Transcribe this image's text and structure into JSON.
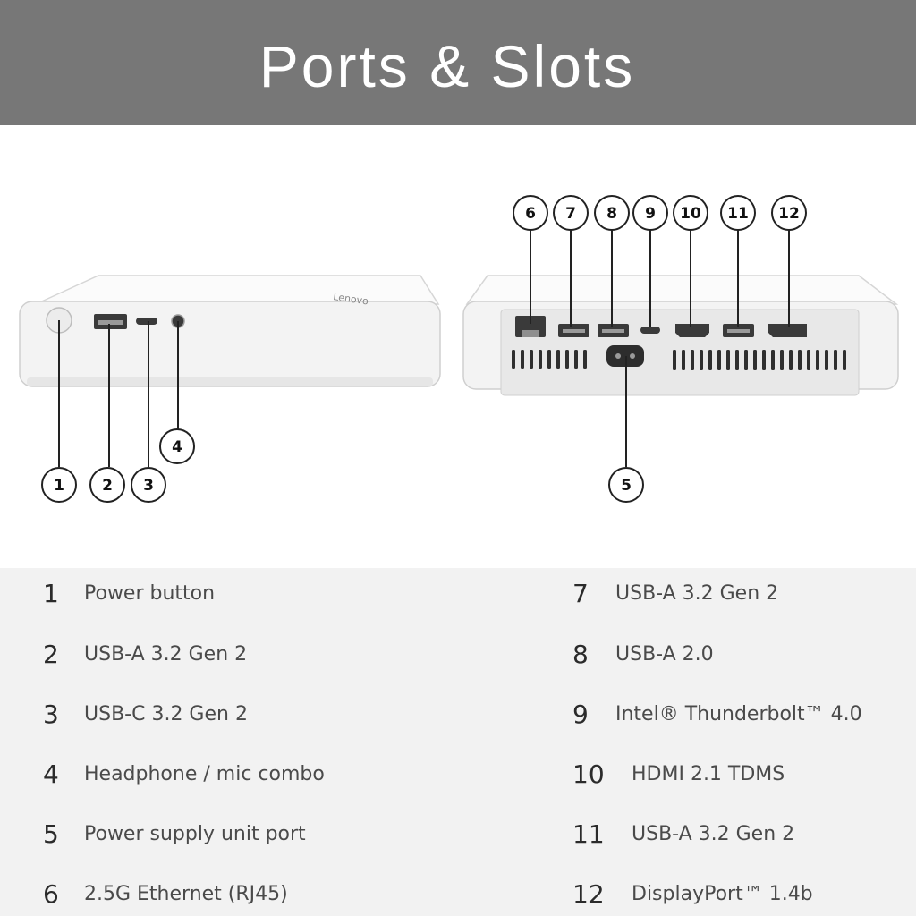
{
  "header": {
    "title": "Ports & Slots"
  },
  "front_view": {
    "callouts": [
      "1",
      "2",
      "3",
      "4"
    ],
    "brand_mark": "Lenovo"
  },
  "rear_view": {
    "callouts": [
      "6",
      "7",
      "8",
      "9",
      "10",
      "11",
      "12",
      "5"
    ]
  },
  "legend": {
    "left": [
      {
        "num": "1",
        "label": "Power button"
      },
      {
        "num": "2",
        "label": "USB-A 3.2 Gen 2"
      },
      {
        "num": "3",
        "label": "USB-C 3.2 Gen 2"
      },
      {
        "num": "4",
        "label": "Headphone / mic combo"
      },
      {
        "num": "5",
        "label": "Power supply unit port"
      },
      {
        "num": "6",
        "label": "2.5G Ethernet (RJ45)"
      }
    ],
    "right": [
      {
        "num": "7",
        "label": "USB-A 3.2 Gen 2"
      },
      {
        "num": "8",
        "label": "USB-A 2.0"
      },
      {
        "num": "9",
        "label": "Intel® Thunderbolt™ 4.0"
      },
      {
        "num": "10",
        "label": "HDMI 2.1 TDMS"
      },
      {
        "num": "11",
        "label": "USB-A 3.2 Gen 2"
      },
      {
        "num": "12",
        "label": "DisplayPort™ 1.4b"
      }
    ]
  },
  "colors": {
    "header_bg": "#777777",
    "legend_bg": "#f2f2f2",
    "device_body": "#f4f4f4",
    "callout_stroke": "#222222"
  }
}
